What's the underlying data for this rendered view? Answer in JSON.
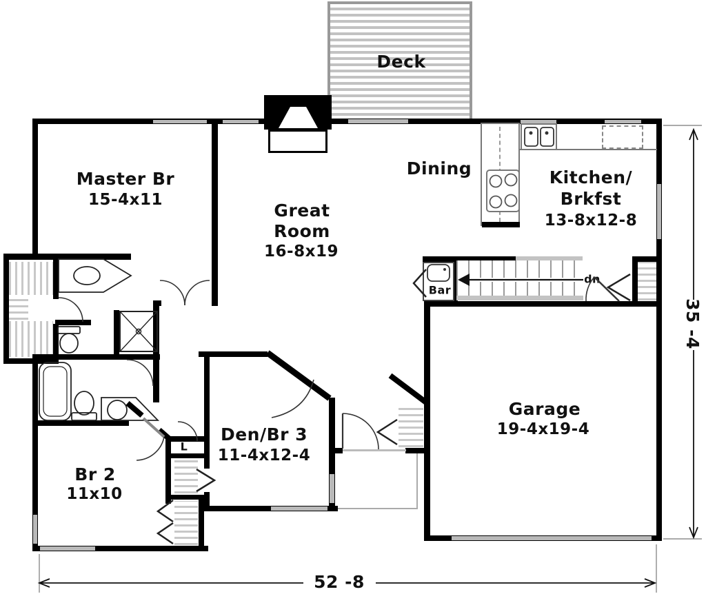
{
  "rooms": {
    "deck": {
      "label": "Deck"
    },
    "master_br": {
      "label": "Master Br",
      "dims": "15-4x11"
    },
    "great_room": {
      "line1": "Great",
      "line2": "Room",
      "dims": "16-8x19"
    },
    "dining": {
      "label": "Dining"
    },
    "kitchen": {
      "line1": "Kitchen/",
      "line2": "Brkfst",
      "dims": "13-8x12-8"
    },
    "garage": {
      "label": "Garage",
      "dims": "19-4x19-4"
    },
    "den_br3": {
      "label": "Den/Br 3",
      "dims": "11-4x12-4"
    },
    "br2": {
      "label": "Br 2",
      "dims": "11x10"
    },
    "bar": {
      "label": "Bar"
    },
    "stairs": {
      "label": "dn"
    },
    "linen": {
      "label": "L"
    }
  },
  "dimensions": {
    "overall_width": "52 -8",
    "overall_height": "35 -4"
  },
  "colors": {
    "wall": "#000000",
    "window": "#b9b9b9",
    "hatch": "#c8c8c8",
    "deck_stripe": "#c2c2c2",
    "line": "#222222",
    "background": "#ffffff"
  }
}
